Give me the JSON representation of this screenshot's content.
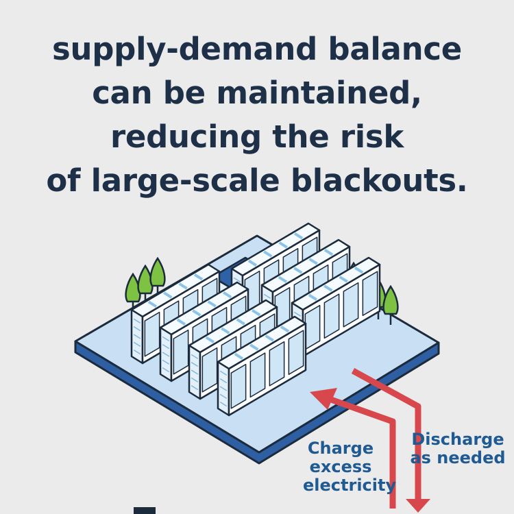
{
  "headline": {
    "lines": [
      "supply-demand balance",
      "can be maintained,",
      "reducing the risk",
      "of large-scale blackouts."
    ]
  },
  "labels": {
    "charge": [
      "Charge",
      "excess",
      "electricity"
    ],
    "discharge": [
      "Discharge",
      "as needed"
    ]
  },
  "colors": {
    "background": "#ebebeb",
    "text": "#1e3048",
    "label": "#1f5a92",
    "arrow": "#d8474b",
    "platform_top": "#c9dff4",
    "platform_side": "#2f5fa3",
    "container": "#ffffff",
    "container_panel": "#cfe6f7",
    "building": "#2d62a6",
    "tree": "#7dc242"
  }
}
